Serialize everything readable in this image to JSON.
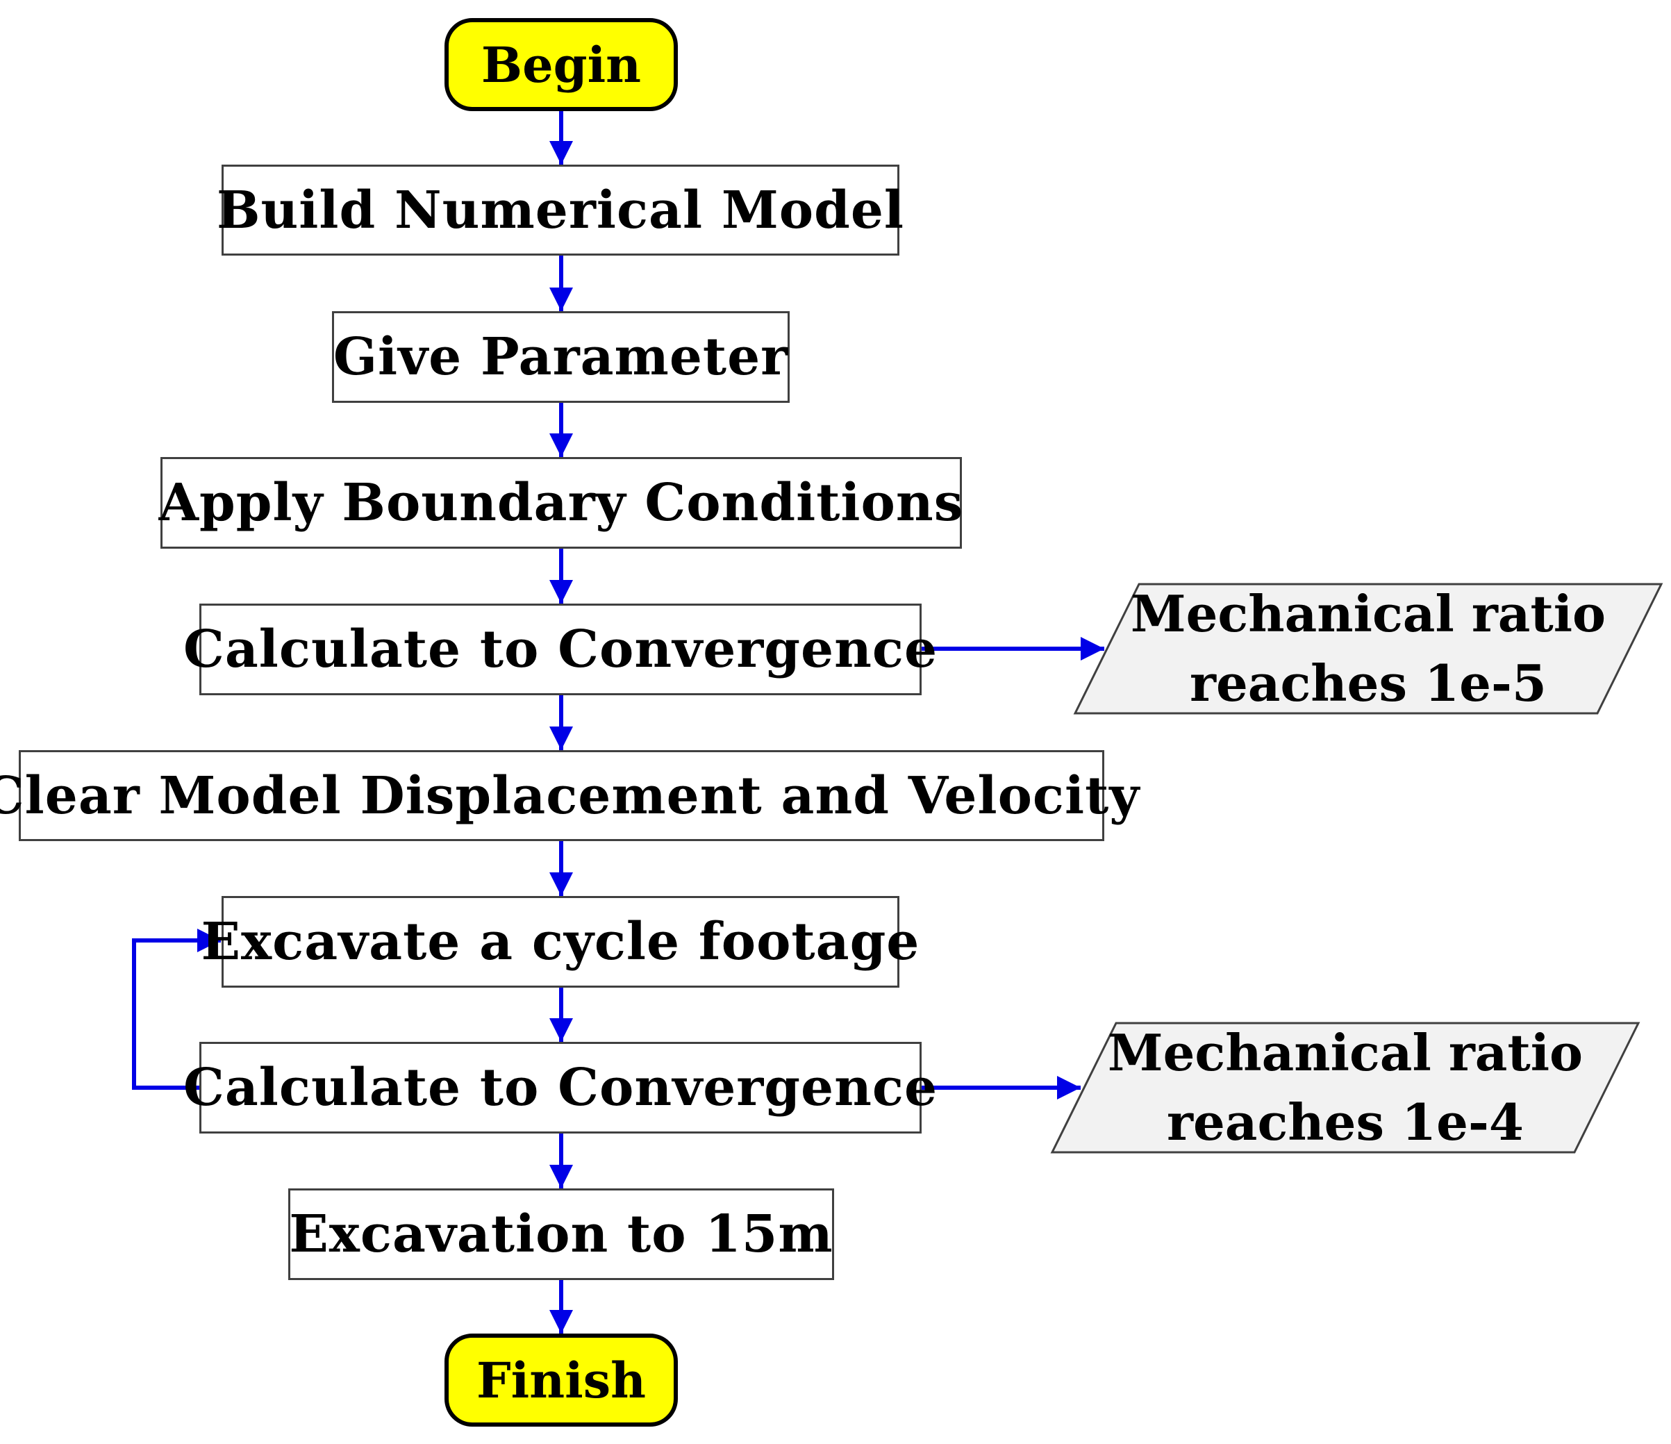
{
  "colors": {
    "arrow": "#0000e6",
    "terminal_fill": "#ffff00",
    "io_fill": "#f2f2f2",
    "border": "#000000"
  },
  "flowchart": {
    "begin": "Begin",
    "steps": [
      "Build Numerical Model",
      "Give Parameter",
      "Apply Boundary Conditions",
      "Calculate to Convergence",
      "Clear Model Displacement and Velocity",
      "Excavate a cycle footage",
      "Calculate to Convergence",
      "Excavation to 15m"
    ],
    "finish": "Finish",
    "side_notes": [
      {
        "line1": "Mechanical ratio",
        "line2": "reaches 1e-5"
      },
      {
        "line1": "Mechanical ratio",
        "line2": "reaches 1e-4"
      }
    ]
  }
}
